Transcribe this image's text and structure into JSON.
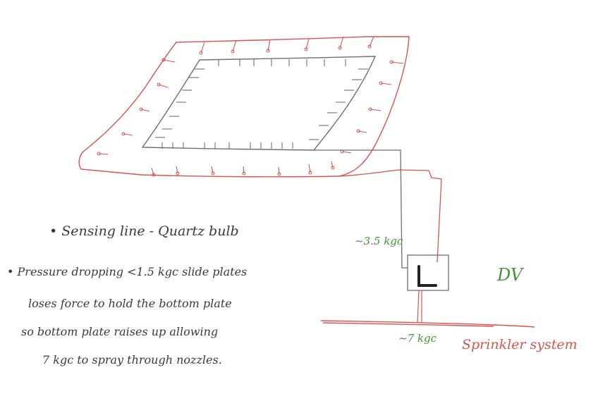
{
  "labels": {
    "pressure_top": "~3.5 kgc",
    "pressure_bottom": "~7 kgc",
    "dv": "DV",
    "sprinkler": "Sprinkler system"
  },
  "notes": [
    "• Sensing line - Quartz bulb",
    "• Pressure dropping <1.5 kgc slide plates",
    "loses force to hold the bottom plate",
    "so bottom plate raises up allowing",
    "7 kgc to spray through nozzles."
  ],
  "colors": {
    "red": "#d9534f",
    "gray": "#6e6e6e",
    "green": "#4a8f3c",
    "ink": "#3a3a3a"
  }
}
